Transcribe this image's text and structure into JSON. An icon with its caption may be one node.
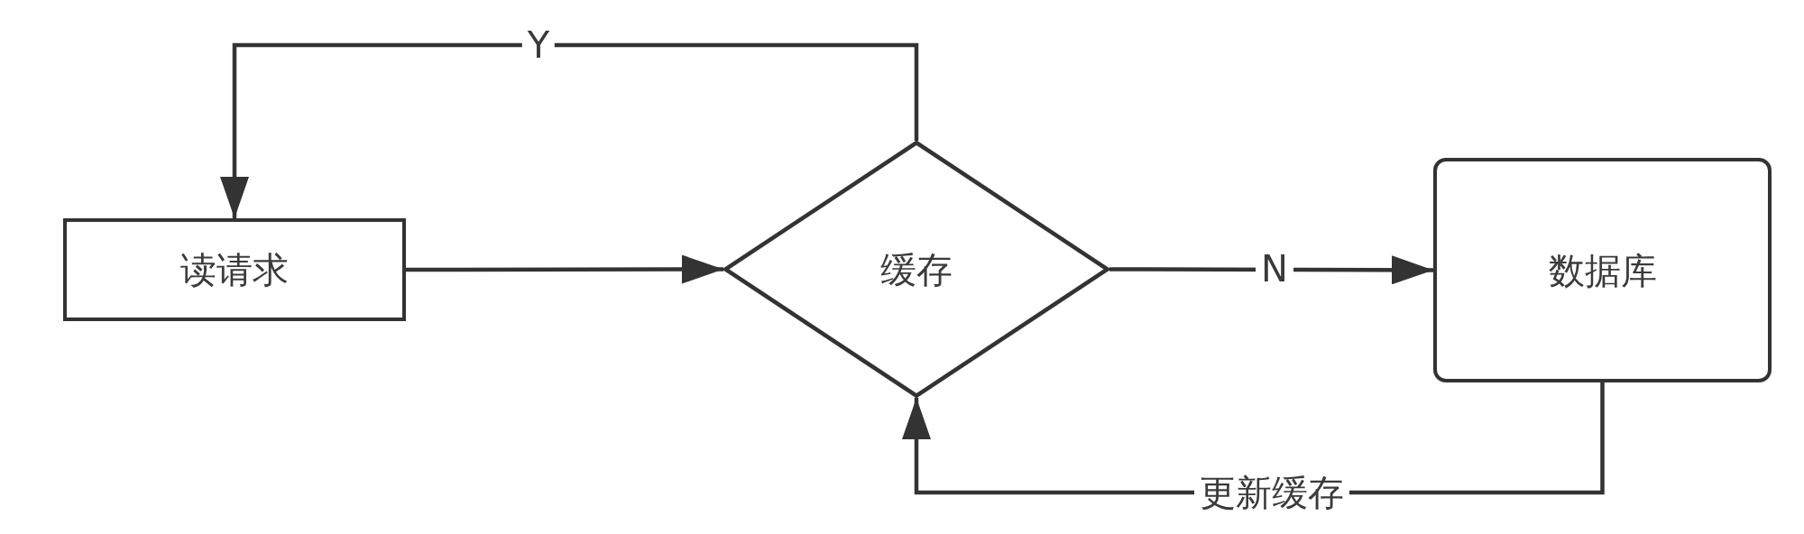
{
  "diagram": {
    "nodes": [
      {
        "text": [
          "读请求"
        ]
      },
      {
        "text": [
          "缓存"
        ]
      },
      {
        "text": [
          "数据库"
        ]
      }
    ],
    "edges": [
      {
        "from": 1,
        "to": 0,
        "arrow": "to",
        "label": "Y"
      },
      {
        "from": 0,
        "to": 1,
        "arrow": "to"
      },
      {
        "from": 1,
        "to": 2,
        "arrow": "to",
        "label": "N"
      },
      {
        "from": 2,
        "to": 1,
        "arrow": "to",
        "label": "更新缓存"
      }
    ]
  }
}
